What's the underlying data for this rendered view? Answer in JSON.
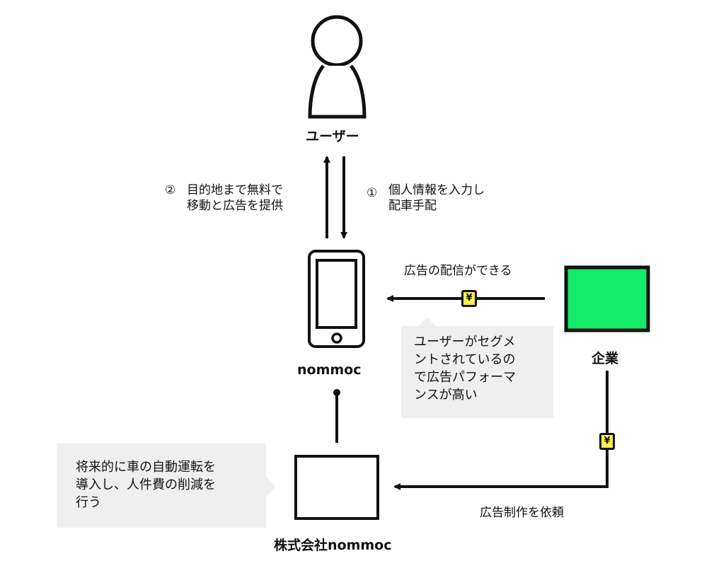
{
  "nodes": {
    "user": {
      "label": "ユーザー",
      "icon": "person-icon"
    },
    "app": {
      "label": "nommoc",
      "icon": "smartphone-icon"
    },
    "company": {
      "label": "企業",
      "color": "#13ec6a"
    },
    "corp": {
      "label": "株式会社nommoc"
    }
  },
  "flows": {
    "user_to_app": {
      "number": "①",
      "lines": [
        "個人情報を入力し",
        "配車手配"
      ]
    },
    "app_to_user": {
      "number": "②",
      "lines": [
        "目的地まで無料で",
        "移動と広告を提供"
      ]
    },
    "company_to_app": {
      "label": "広告の配信ができる",
      "payment_symbol": "¥"
    },
    "company_to_corp": {
      "label": "広告制作を依頼",
      "payment_symbol": "¥"
    }
  },
  "callouts": {
    "segment": {
      "lines": [
        "ユーザーがセグメ",
        "ントされているの",
        "で広告パフォーマ",
        "ンスが高い"
      ]
    },
    "autonomous": {
      "lines": [
        "将来的に車の自動運転を",
        "導入し、人件費の削減を",
        "行う"
      ]
    }
  },
  "colors": {
    "accent_green": "#13ec6a",
    "payment_yellow": "#fff34d",
    "callout_bg": "#efefef"
  }
}
